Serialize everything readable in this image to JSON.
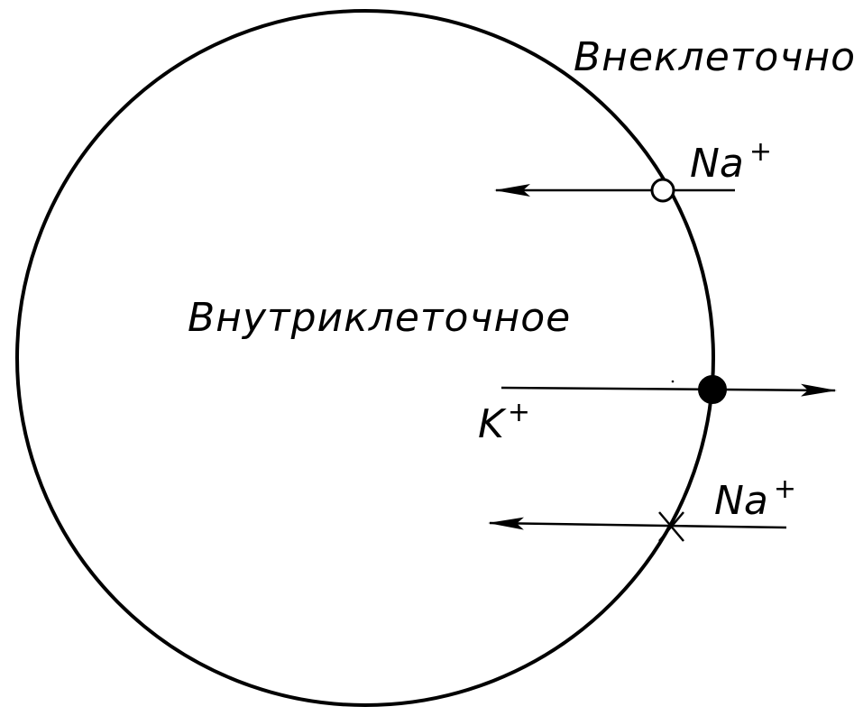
{
  "labels": {
    "outside": "Внеклеточное",
    "inside": "Внутриклеточное"
  },
  "ions": {
    "na_top": {
      "symbol": "Na",
      "charge": "+"
    },
    "k": {
      "symbol": "K",
      "charge": "+"
    },
    "na_bottom": {
      "symbol": "Na",
      "charge": "+"
    }
  },
  "colors": {
    "stroke": "#000000",
    "open_channel_fill": "#ffffff",
    "closed_channel_fill": "#000000"
  }
}
